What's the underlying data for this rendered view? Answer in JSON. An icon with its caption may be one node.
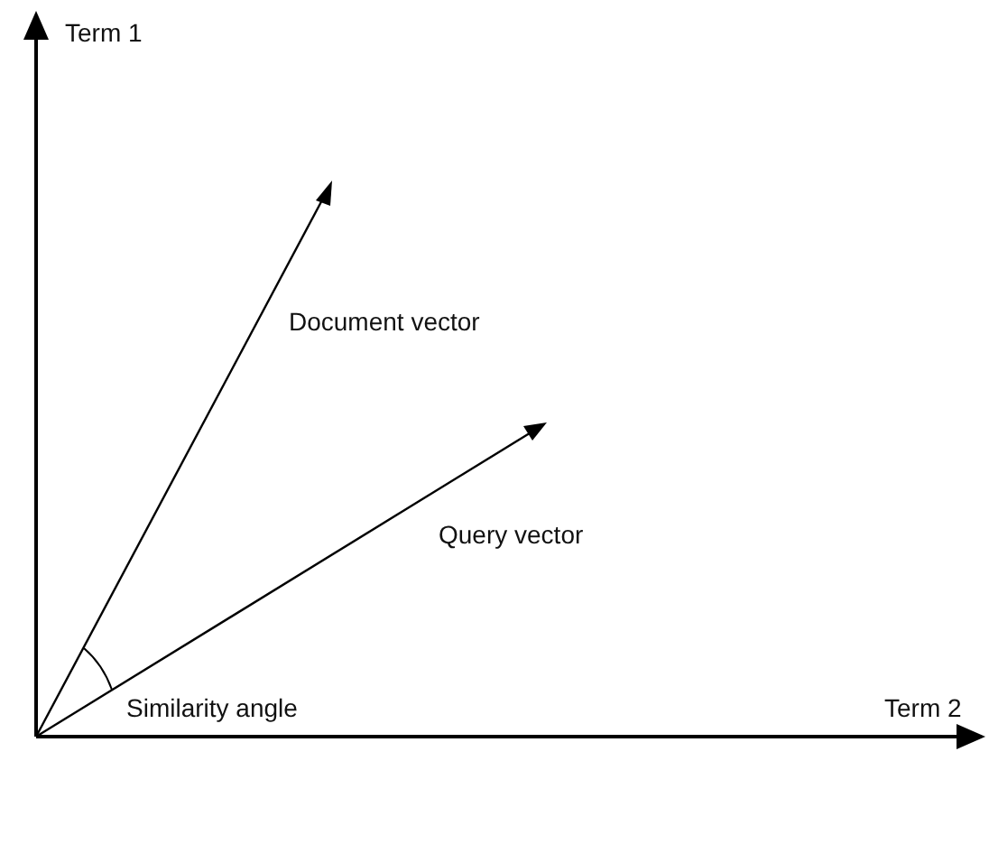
{
  "diagram": {
    "labels": [
      "Term 1",
      "Document vector",
      "Query vector",
      "Similarity angle",
      "Term 2"
    ]
  }
}
